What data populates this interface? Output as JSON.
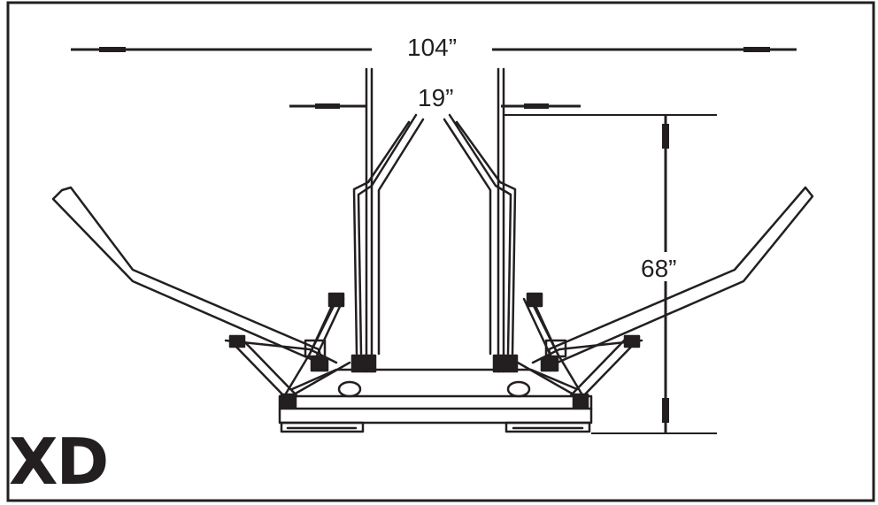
{
  "dimensions": {
    "overall_width": "104”",
    "arm_width": "19”",
    "height": "68”"
  },
  "model_label": "XD",
  "colors": {
    "ink": "#231f20",
    "background": "#ffffff"
  }
}
